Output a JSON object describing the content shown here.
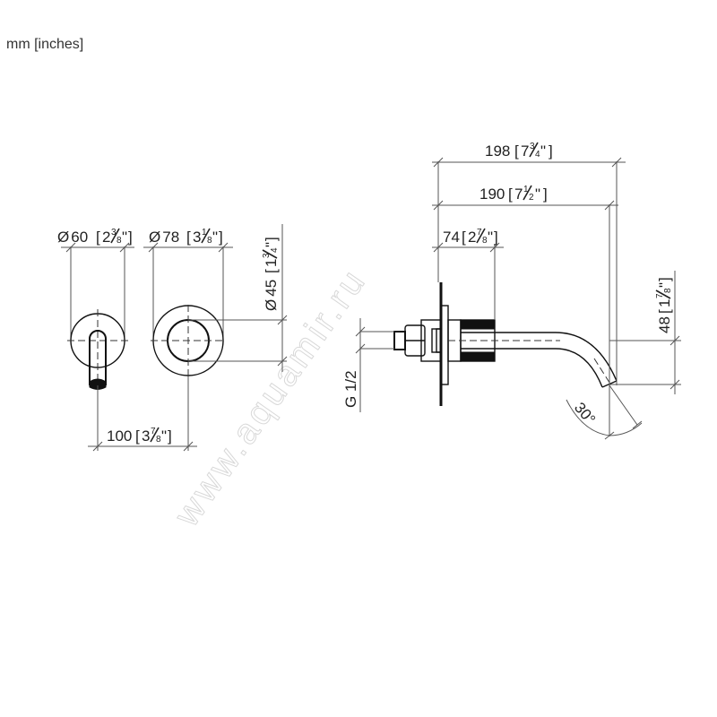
{
  "units_label": "mm [inches]",
  "watermark": "www.aquamir.ru",
  "front_view": {
    "escutcheon_small": {
      "value": "60",
      "inch_whole": "2",
      "inch_num": "3",
      "inch_den": "8",
      "symbol": "Ø"
    },
    "escutcheon_large": {
      "value": "78",
      "inch_whole": "3",
      "inch_num": "1",
      "inch_den": "8",
      "symbol": "Ø"
    },
    "inner_diameter": {
      "value": "45",
      "inch_whole": "1",
      "inch_num": "3",
      "inch_den": "4",
      "symbol": "Ø"
    },
    "center_distance": {
      "value": "100",
      "inch_whole": "3",
      "inch_num": "7",
      "inch_den": "8"
    }
  },
  "side_view": {
    "overall_length": {
      "value": "198",
      "inch_whole": "7",
      "inch_num": "3",
      "inch_den": "4"
    },
    "projection": {
      "value": "190",
      "inch_whole": "7",
      "inch_num": "1",
      "inch_den": "2"
    },
    "body_depth": {
      "value": "74",
      "inch_whole": "2",
      "inch_num": "7",
      "inch_den": "8"
    },
    "drop_height": {
      "value": "48",
      "inch_whole": "1",
      "inch_num": "7",
      "inch_den": "8"
    },
    "thread": {
      "label": "G 1/2"
    },
    "angle": {
      "label": "30°"
    }
  }
}
